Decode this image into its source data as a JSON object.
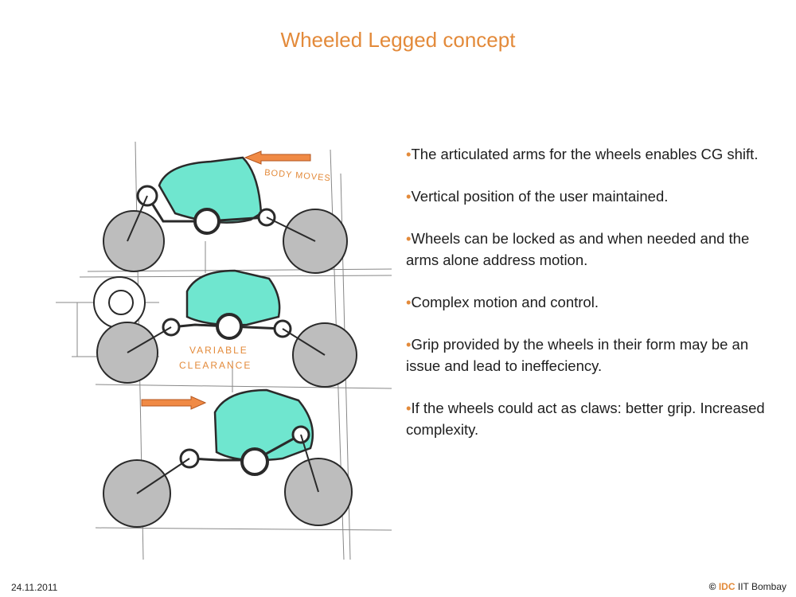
{
  "slide": {
    "title": "Wheeled Legged concept"
  },
  "sketch": {
    "label_body_moves": "BODY MOVES",
    "label_variable": "VARIABLE",
    "label_clearance": "CLEARANCE",
    "colors": {
      "body": "#6fe6cf",
      "wheel": "#bdbdbd",
      "arrow": "#f08a45",
      "ink": "#2a2a2a"
    }
  },
  "bullets": [
    {
      "marker": "•",
      "text": "The articulated arms for the wheels enables CG shift."
    },
    {
      "marker": "•",
      "text": "Vertical position of the user maintained."
    },
    {
      "marker": "•",
      "text": "Wheels can be locked as and when needed and the arms alone address motion."
    },
    {
      "marker": "•",
      "text": "Complex motion and control."
    },
    {
      "marker": "•",
      "text": "Grip provided by the wheels in their form may be an issue and lead to ineffeciency."
    },
    {
      "marker": "•",
      "text": "If the wheels could act as claws: better grip. Increased complexity."
    }
  ],
  "footer": {
    "date": "24.11.2011",
    "copyright": "©",
    "org": "IDC",
    "institute": "IIT Bombay"
  }
}
